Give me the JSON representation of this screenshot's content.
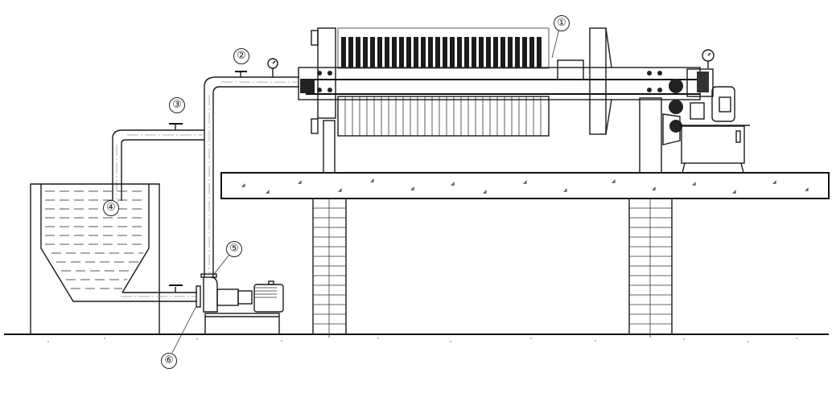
{
  "diagram": {
    "type": "equipment-installation-drawing",
    "subject": "plate-and-frame filter press feed system",
    "callouts": [
      {
        "id": "1",
        "label": "①",
        "target": "filter press"
      },
      {
        "id": "2",
        "label": "②",
        "target": "feed valve with pressure gauge"
      },
      {
        "id": "3",
        "label": "③",
        "target": "return valve"
      },
      {
        "id": "4",
        "label": "④",
        "target": "slurry tank"
      },
      {
        "id": "5",
        "label": "⑤",
        "target": "pump outlet flange"
      },
      {
        "id": "6",
        "label": "⑥",
        "target": "pump inlet flange"
      }
    ],
    "components": [
      "filter press plate stack",
      "hydraulic station with motor and oil tank",
      "pressure gauges",
      "concrete platform",
      "brick support pillars",
      "centrifugal feed pump with motor",
      "slurry tank with conical bottom",
      "feed and return piping"
    ],
    "colors": {
      "line": "#1a1a1a",
      "background": "#ffffff",
      "fill_dark": "#222222"
    }
  }
}
